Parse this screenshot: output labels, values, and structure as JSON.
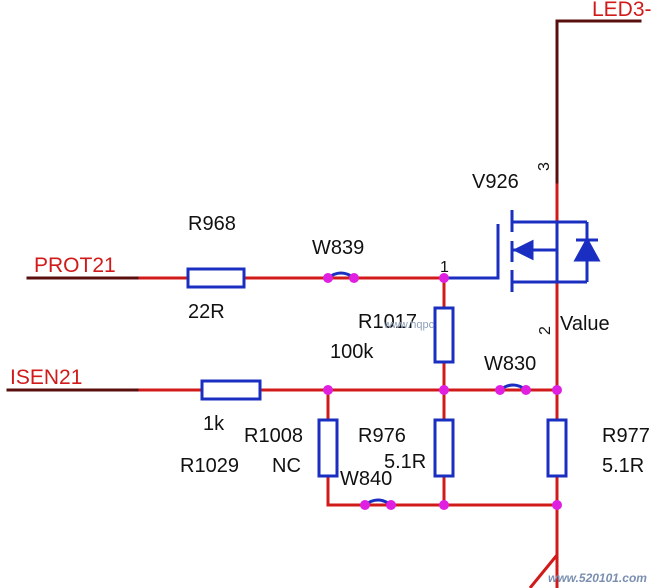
{
  "nets": {
    "led": "LED3-",
    "prot": "PROT21",
    "isen": "ISEN21"
  },
  "components": {
    "mosfet": {
      "ref": "V926",
      "value": "Value",
      "pin_drain": "3",
      "pin_gate": "1",
      "pin_source": "2"
    },
    "r968": {
      "ref": "R968",
      "value": "22R"
    },
    "r1029": {
      "ref": "R1029",
      "value": "1k"
    },
    "r1017": {
      "ref": "R1017",
      "value": "100k"
    },
    "r1008": {
      "ref": "R1008",
      "value": "NC"
    },
    "r976": {
      "ref": "R976",
      "value": "5.1R"
    },
    "r977": {
      "ref": "R977",
      "value": "5.1R"
    }
  },
  "wires": {
    "w839": "W839",
    "w830": "W830",
    "w840": "W840"
  },
  "colors": {
    "wire": "#d11a1a",
    "component": "#1a2fc2",
    "junction": "#e020e0",
    "lead": "#5a0f0f"
  },
  "watermark": {
    "small": "www.hqpc",
    "site": "www.520101.com"
  }
}
